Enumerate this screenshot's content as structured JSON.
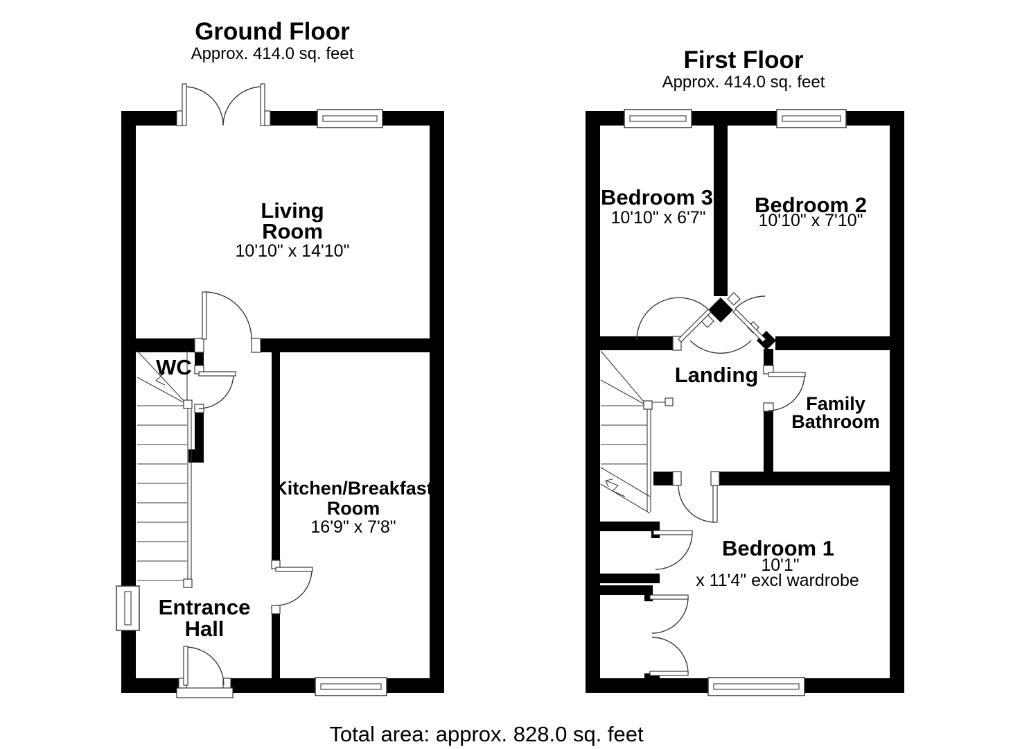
{
  "ground_floor": {
    "title": "Ground Floor",
    "area_label": "Approx. 414.0 sq. feet",
    "living_room": {
      "line1": "Living",
      "line2": "Room",
      "dims": "10'10\" x 14'10\""
    },
    "wc": {
      "label": "WC"
    },
    "kitchen": {
      "line1": "Kitchen/Breakfast",
      "line2": "Room",
      "dims": "16'9\" x 7'8\""
    },
    "entrance_hall": {
      "line1": "Entrance",
      "line2": "Hall"
    }
  },
  "first_floor": {
    "title": "First Floor",
    "area_label": "Approx. 414.0 sq. feet",
    "bedroom3": {
      "name": "Bedroom 3",
      "dims": "10'10\" x 6'7\""
    },
    "bedroom2": {
      "name": "Bedroom 2",
      "dims": "10'10\" x 7'10\""
    },
    "landing": {
      "label": "Landing"
    },
    "family_bathroom": {
      "line1": "Family",
      "line2": "Bathroom"
    },
    "bedroom1": {
      "name": "Bedroom 1",
      "dims1": "10'1\"",
      "dims2": "x 11'4\" excl wardrobe"
    }
  },
  "footer": {
    "total_area": "Total area: approx. 828.0 sq. feet"
  },
  "colors": {
    "wall": "#000000",
    "line": "#3a3a3a",
    "background": "#ffffff",
    "text": "#000000"
  }
}
